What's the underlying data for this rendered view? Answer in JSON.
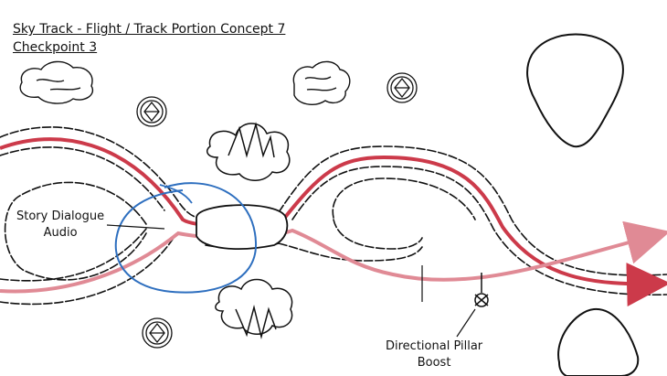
{
  "header": {
    "title": "Sky Track - Flight / Track Portion Concept 7",
    "subtitle": "Checkpoint 3"
  },
  "annotations": {
    "story_dialogue_line1": "Story Dialogue",
    "story_dialogue_line2": "Audio",
    "pillar_boost_line1": "Directional Pillar",
    "pillar_boost_line2": "Boost"
  },
  "colors": {
    "primary_path": "#cc3a4a",
    "secondary_path": "#e08a95",
    "audio_zone": "#2e6fbf",
    "ink": "#111111"
  },
  "icons": [
    "cloud-icon",
    "crystal-orb-icon",
    "lotus-flower-icon",
    "floating-rock-icon",
    "pillar-boost-icon"
  ]
}
